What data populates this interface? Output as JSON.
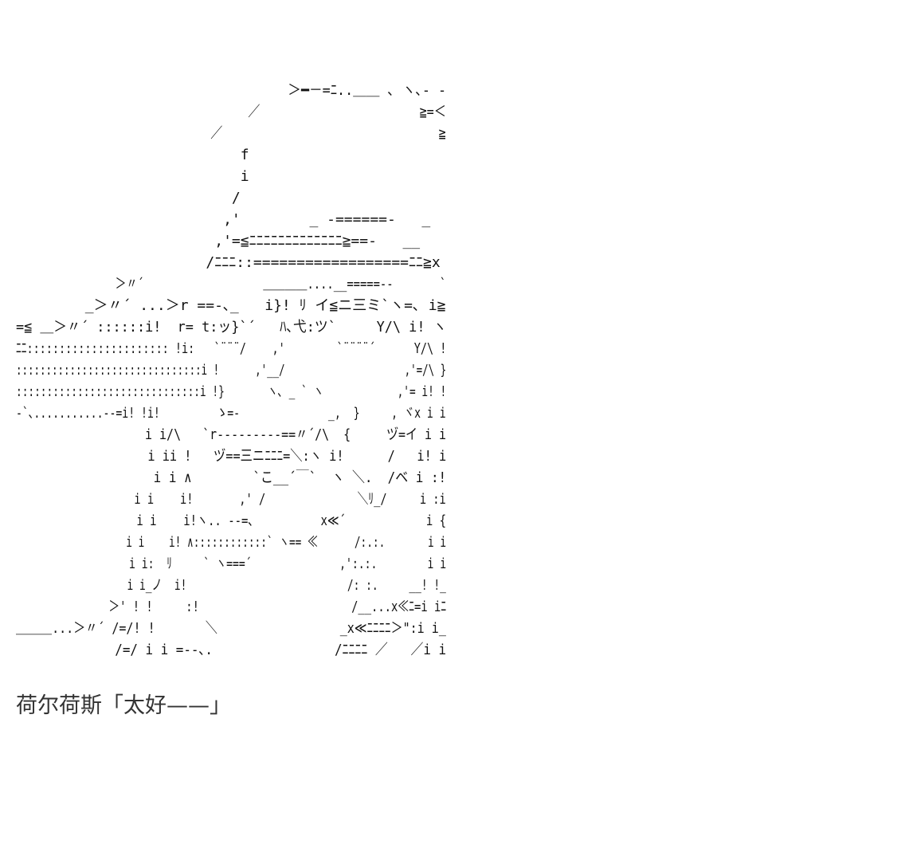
{
  "art_lines": [
    "                                  ＞━－=ﾆ..＿＿ ､ ヽ､‐ ‐",
    "                                ／                      ≧=＜",
    "                           ／                              ≧",
    "                          f",
    "                          i",
    "                         /",
    "                        ,'        _ -======-   _",
    "                       ,'=≦ﾆﾆﾆﾆﾆﾆﾆﾆﾆﾆﾆﾆﾆ≧==-   __",
    "                      /ﾆﾆﾆ::==================ﾆﾆ≧x",
    "               ＞〃´                  ＿＿＿＿....__=====--       `",
    "        _＞〃´ ...＞r ==-､_   i}! ﾘ イ≦ニ三ミ`ヽ=､ i≧",
    "=≦ ＿＞〃´ ::::::i!  r= t:ッ}`´   ﾊ､弋:ツ`     Y/\\ i! ヽ",
    "ﾆﾆ:::::::::::::::::::::: !i:   `¨¨¨/    ,'        `¨¨¨¨´      Y/\\ !",
    ":::::::::::::::::::::::::::::::i !      ,'__/                    ,'=/\\ }",
    "::::::::::::::::::::::::::::::i !}       ヽ､ _ ` ヽ            ,'= i! !",
    "‐`､...........‐‐=i! !i!         ゝ=-              _,  }     , ヾx i i",
    "                  i i/\\   `r‐‐‐‐‐‐‐--==〃´/\\  {     ヅ=イ i i",
    "                  i ii !   ヅ==三ニﾆﾆﾆ=＼:ヽ i!      /   i! i",
    "                  i i ∧        `こ__´￣`  ヽ ＼.  /ベ i :!",
    "                  i i    i!       ,' /              ＼ﾘ_/     i :i",
    "                  i i    i!ヽ.. --=､          x≪´            i {",
    "                  i i    i! ∧::::::::::::` ヽ== ≪      /:.:.       i i",
    "                  i i:  ﾘ     ` ヽ===´              ,':.:.        i i",
    "                  i i_ノ  i!                          /: :.     __! !_",
    "              ＞' ! !     :!                       /__...x≪ﾆ=i iﾆ",
    "＿＿＿...＞〃´ /=/! !       ＼                 _x≪ﾆﾆﾆﾆ＞\":i i_",
    "             /=/ i i =--､.                /ﾆﾆﾆﾆ ／   ／i i"
  ],
  "caption": "荷尔荷斯「太好——」"
}
